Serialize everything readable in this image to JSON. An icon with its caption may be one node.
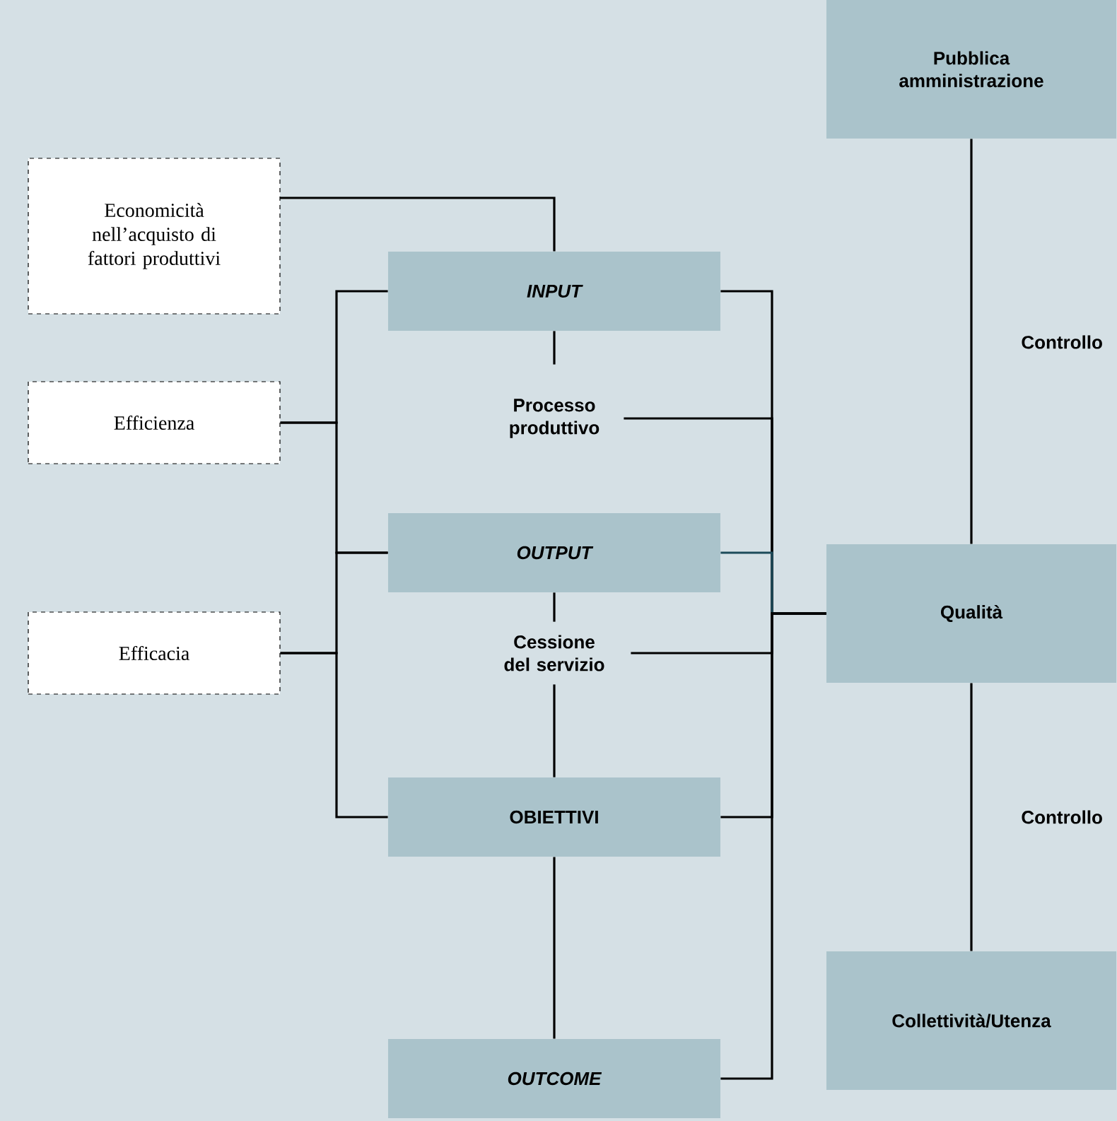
{
  "diagram": {
    "nodes": [
      {
        "text": [
          "Pubblica amministrazione"
        ]
      },
      {
        "text": [
          "Economicità nell’acquisto di fattori produttivi"
        ]
      },
      {
        "text": [
          "INPUT"
        ]
      },
      {
        "text": [
          "Efficienza"
        ]
      },
      {
        "text": [
          "Processo produttivo"
        ]
      },
      {
        "text": [
          "OUTPUT"
        ]
      },
      {
        "text": [
          "Qualità"
        ]
      },
      {
        "text": [
          "Efficacia"
        ]
      },
      {
        "text": [
          "Cessione del servizio"
        ]
      },
      {
        "text": [
          "OBIETTIVI"
        ]
      },
      {
        "text": [
          "Collettività/Utenza"
        ]
      },
      {
        "text": [
          "OUTCOME"
        ]
      }
    ],
    "edges": [
      {
        "from": 1,
        "to": 2,
        "arrow": "none"
      },
      {
        "from": 3,
        "to": 2,
        "arrow": "none"
      },
      {
        "from": 3,
        "to": 5,
        "arrow": "none"
      },
      {
        "from": 7,
        "to": 5,
        "arrow": "none"
      },
      {
        "from": 7,
        "to": 9,
        "arrow": "none"
      },
      {
        "from": 2,
        "to": 6,
        "arrow": "none"
      },
      {
        "from": 4,
        "to": 6,
        "arrow": "none"
      },
      {
        "from": 5,
        "to": 6,
        "arrow": "none",
        "color": "#1d4b5a"
      },
      {
        "from": 8,
        "to": 6,
        "arrow": "none"
      },
      {
        "from": 9,
        "to": 6,
        "arrow": "none"
      },
      {
        "from": 11,
        "to": 6,
        "arrow": "none"
      },
      {
        "from": 9,
        "to": 11,
        "arrow": "none"
      },
      {
        "from": 0,
        "to": 6,
        "arrow": "none",
        "label": "Controllo"
      },
      {
        "from": 6,
        "to": 10,
        "arrow": "none",
        "label": "Controllo"
      },
      {
        "from": 2,
        "to": 4,
        "arrow": "none"
      },
      {
        "from": 5,
        "to": 8,
        "arrow": "none"
      },
      {
        "from": 8,
        "to": 9,
        "arrow": "none"
      }
    ]
  }
}
